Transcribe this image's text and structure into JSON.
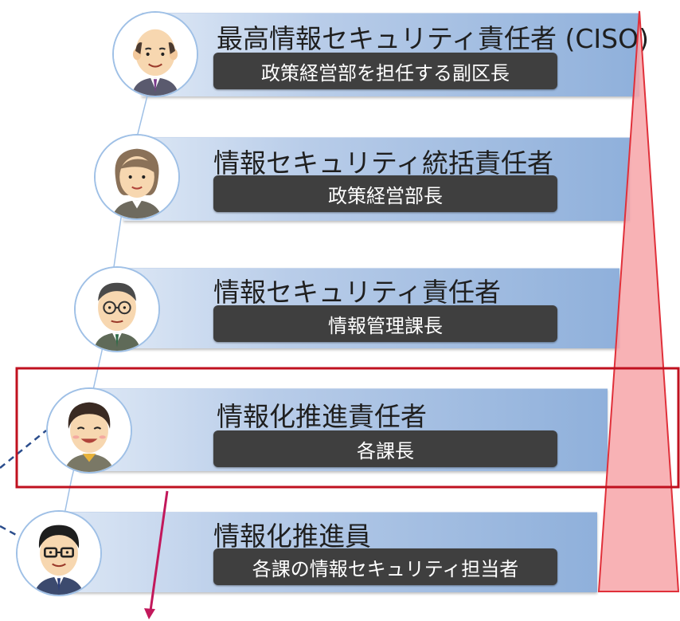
{
  "roles": [
    {
      "title": "最高情報セキュリティ責任者 (CISO)",
      "subtitle": "政策経営部を担任する副区長",
      "avatar_icon": "bald-elder-person-icon"
    },
    {
      "title": "情報セキュリティ統括責任者",
      "subtitle": "政策経営部長",
      "avatar_icon": "woman-person-icon"
    },
    {
      "title": "情報セキュリティ責任者",
      "subtitle": "情報管理課長",
      "avatar_icon": "glasses-elder-person-icon"
    },
    {
      "title": "情報化推進責任者",
      "subtitle": "各課長",
      "avatar_icon": "smiling-person-icon"
    },
    {
      "title": "情報化推進員",
      "subtitle": "各課の情報セキュリティ担当者",
      "avatar_icon": "glasses-young-person-icon"
    }
  ],
  "colors": {
    "band": "#8fb0db",
    "subtitle_box": "#3f3f3f",
    "highlight": "#c0111f",
    "triangle": "#f7a5a8",
    "arrow": "#c2185b"
  }
}
